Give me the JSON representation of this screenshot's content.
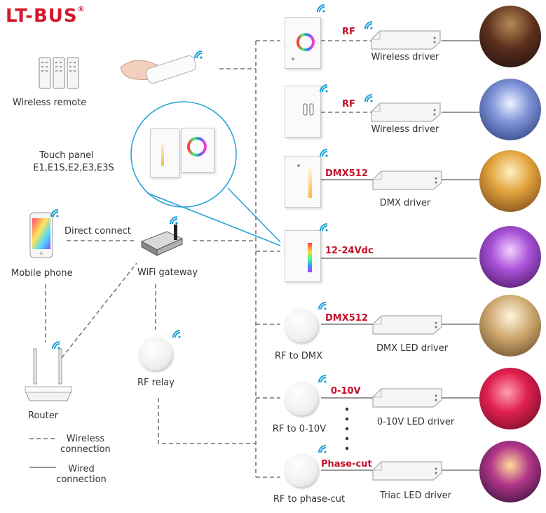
{
  "brand": {
    "name": "LT-BUS",
    "mark": "®",
    "color": "#d11a2a"
  },
  "accent_color": "#c2122a",
  "devices": {
    "wireless_remote": "Wireless remote",
    "touch_panel": {
      "title": "Touch panel",
      "models": "E1,E1S,E2,E3,E3S"
    },
    "mobile_phone": "Mobile phone",
    "direct_connect": "Direct connect",
    "wifi_gateway": "WiFi gateway",
    "router": "Router",
    "rf_relay": "RF relay"
  },
  "legend": {
    "wireless": [
      "Wireless",
      "connection"
    ],
    "wired": [
      "Wired",
      "connection"
    ]
  },
  "rows": [
    {
      "link": "RF",
      "receiver": "",
      "driver": "Wireless driver"
    },
    {
      "link": "RF",
      "receiver": "",
      "driver": "Wireless driver"
    },
    {
      "link": "DMX512",
      "receiver": "",
      "driver": "DMX driver"
    },
    {
      "link": "12-24Vdc",
      "receiver": "",
      "driver": ""
    },
    {
      "link": "DMX512",
      "receiver": "RF to DMX",
      "driver": "DMX LED driver"
    },
    {
      "link": "0-10V",
      "receiver": "RF to 0-10V",
      "driver": "0-10V LED driver"
    },
    {
      "link": "Phase-cut",
      "receiver": "RF to phase-cut",
      "driver": "Triac LED driver"
    }
  ],
  "icons": [
    "wifi-icon",
    "remote-icon",
    "hand-remote-icon",
    "touch-panel-icon",
    "smartphone-icon",
    "wifi-gateway-icon",
    "router-icon",
    "rf-relay-icon",
    "led-driver-icon",
    "room-photo-icon"
  ]
}
